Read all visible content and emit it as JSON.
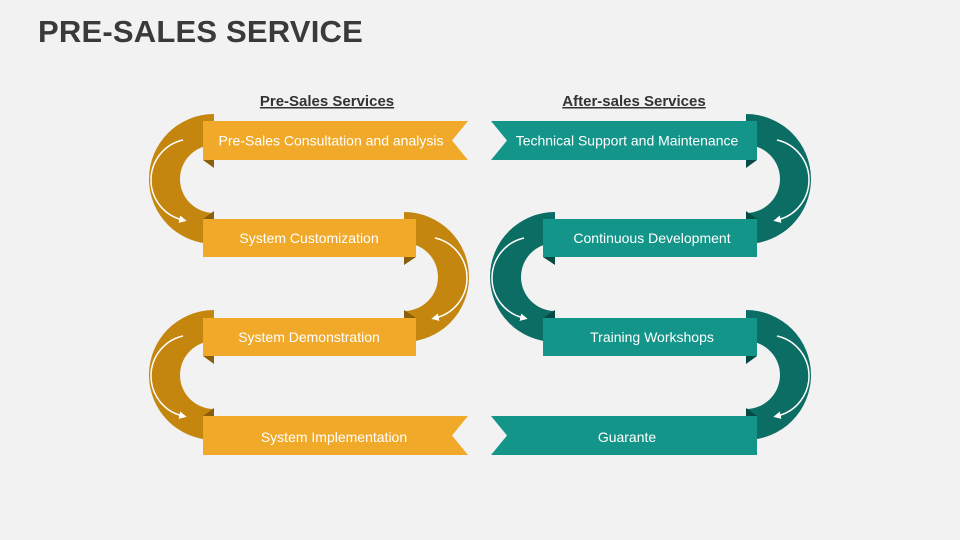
{
  "title": "PRE-SALES SERVICE",
  "colors": {
    "orange_light": "#f0a929",
    "orange_dark": "#c5860f",
    "teal_light": "#13958a",
    "teal_dark": "#0c6d64",
    "background": "#f2f2f2"
  },
  "left": {
    "heading": "Pre-Sales Services",
    "items": [
      {
        "label": "Pre-Sales Consultation and analysis"
      },
      {
        "label": "System Customization"
      },
      {
        "label": "System Demonstration"
      },
      {
        "label": "System Implementation"
      }
    ]
  },
  "right": {
    "heading": "After-sales Services",
    "items": [
      {
        "label": "Technical Support and Maintenance"
      },
      {
        "label": "Continuous Development"
      },
      {
        "label": "Training Workshops"
      },
      {
        "label": "Guarante"
      }
    ]
  }
}
